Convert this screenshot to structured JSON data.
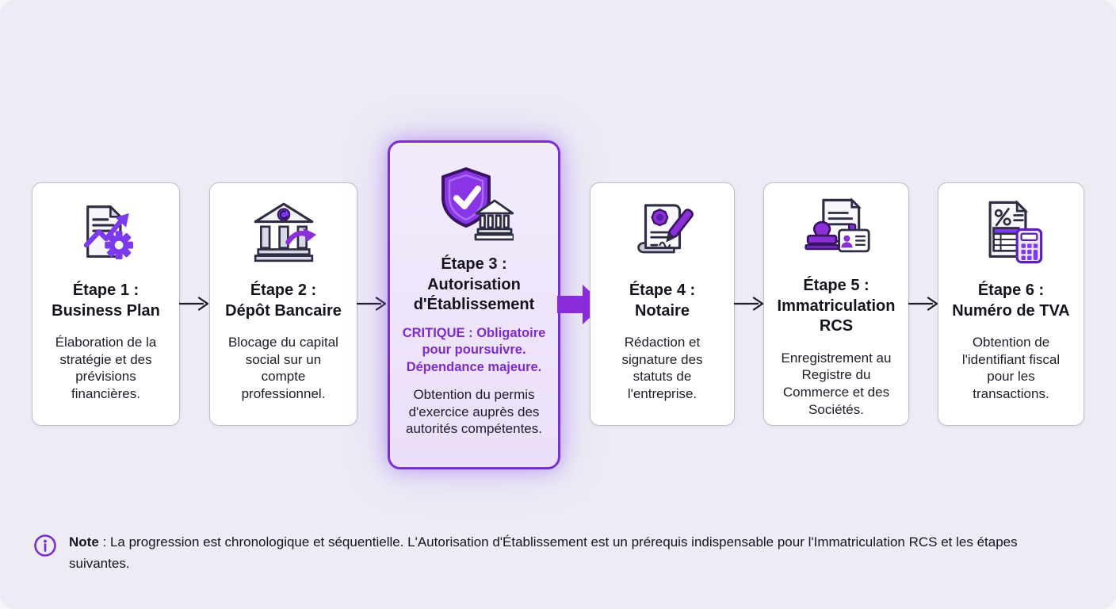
{
  "colors": {
    "background": "#edecf5",
    "card_background": "#ffffff",
    "card_border": "#bdbdce",
    "accent_purple": "#7c3aed",
    "highlight_border": "#7b2fd2",
    "highlight_background": "#ebdff9",
    "critical_text": "#7e2bce",
    "thin_arrow": "#1c1c28",
    "big_arrow": "#8a2bd8"
  },
  "steps": [
    {
      "title": "Étape 1 :\nBusiness Plan",
      "description": "Élaboration de la\nstratégie et des\nprévisions\nfinancières.",
      "icon": "document-chart-gear-icon",
      "highlighted": false
    },
    {
      "title": "Étape 2 :\nDépôt Bancaire",
      "description": "Blocage du capital\nsocial sur un\ncompte\nprofessionnel.",
      "icon": "bank-transfer-icon",
      "highlighted": false
    },
    {
      "title": "Étape 3 :\nAutorisation\nd'Établissement",
      "critical": "CRITIQUE : Obligatoire\npour poursuivre.\nDépendance majeure.",
      "description": "Obtention du permis\nd'exercice auprès des\nautorités compétentes.",
      "icon": "shield-check-bank-icon",
      "highlighted": true
    },
    {
      "title": "Étape 4 :\nNotaire",
      "description": "Rédaction et\nsignature des\nstatuts de\nl'entreprise.",
      "icon": "notary-scroll-pen-icon",
      "highlighted": false
    },
    {
      "title": "Étape 5 :\nImmatriculation\nRCS",
      "description": "Enregistrement au\nRegistre du\nCommerce et des\nSociétés.",
      "icon": "stamp-id-document-icon",
      "highlighted": false
    },
    {
      "title": "Étape 6 :\nNuméro de TVA",
      "description": "Obtention de\nl'identifiant fiscal\npour les\ntransactions.",
      "icon": "tax-calculator-icon",
      "highlighted": false
    }
  ],
  "connectors": [
    {
      "from": 1,
      "to": 2,
      "type": "thin-arrow"
    },
    {
      "from": 2,
      "to": 3,
      "type": "thin-arrow"
    },
    {
      "from": 3,
      "to": 4,
      "type": "big-purple-arrow"
    },
    {
      "from": 4,
      "to": 5,
      "type": "thin-arrow"
    },
    {
      "from": 5,
      "to": 6,
      "type": "thin-arrow"
    }
  ],
  "note": {
    "icon": "info-icon",
    "label": "Note",
    "text": " : La progression est chronologique et séquentielle. L'Autorisation d'Établissement est un prérequis indispensable pour l'Immatriculation RCS et les étapes\nsuivantes."
  }
}
